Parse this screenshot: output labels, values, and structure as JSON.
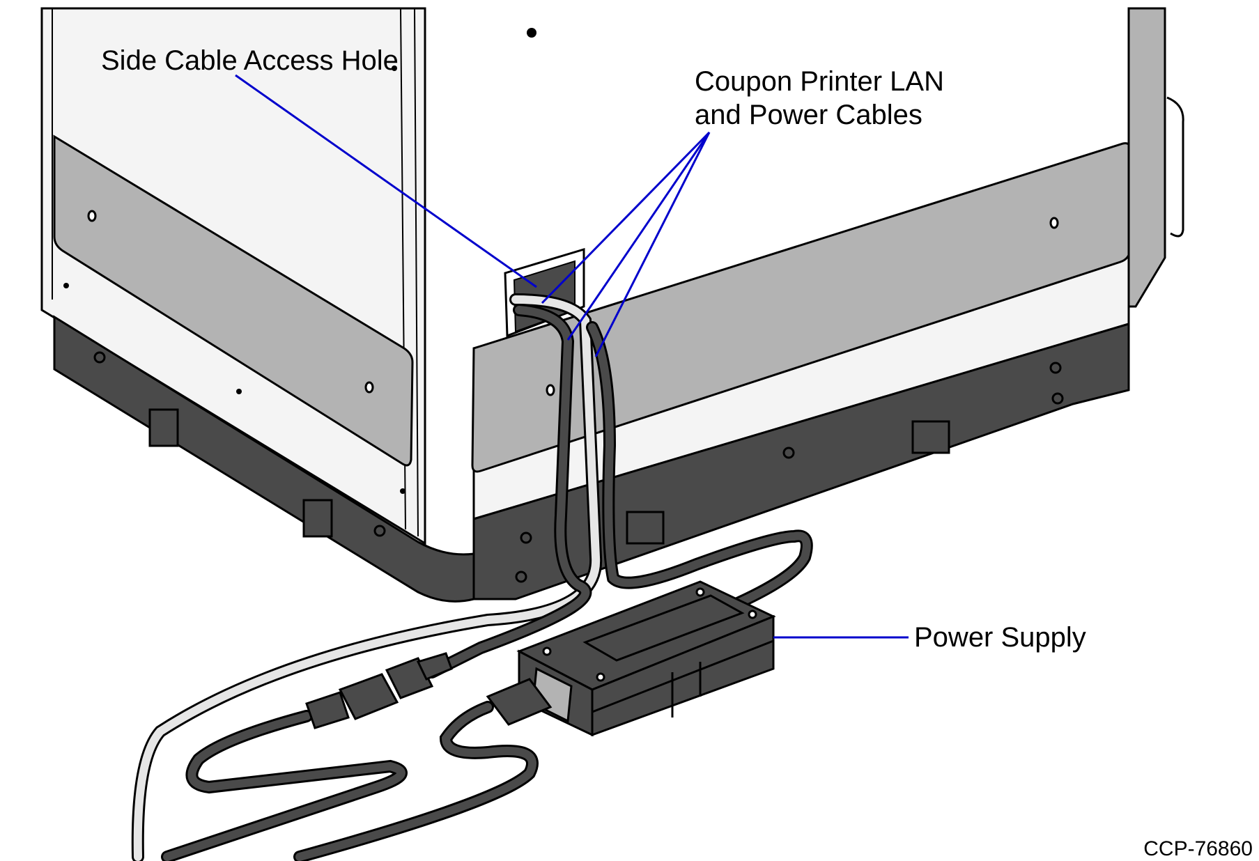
{
  "callouts": {
    "side_hole": "Side Cable Access Hole",
    "cables_line1": "Coupon Printer LAN",
    "cables_line2": "and Power Cables",
    "power_supply": "Power Supply"
  },
  "figure_id": "CCP-76860",
  "colors": {
    "leader": "#0000cc",
    "body_light": "#f4f4f4",
    "panel": "#b3b3b3",
    "base_dark": "#4a4a4a",
    "cable_dark": "#4a4a4a",
    "cable_light": "#e6e6e6"
  }
}
